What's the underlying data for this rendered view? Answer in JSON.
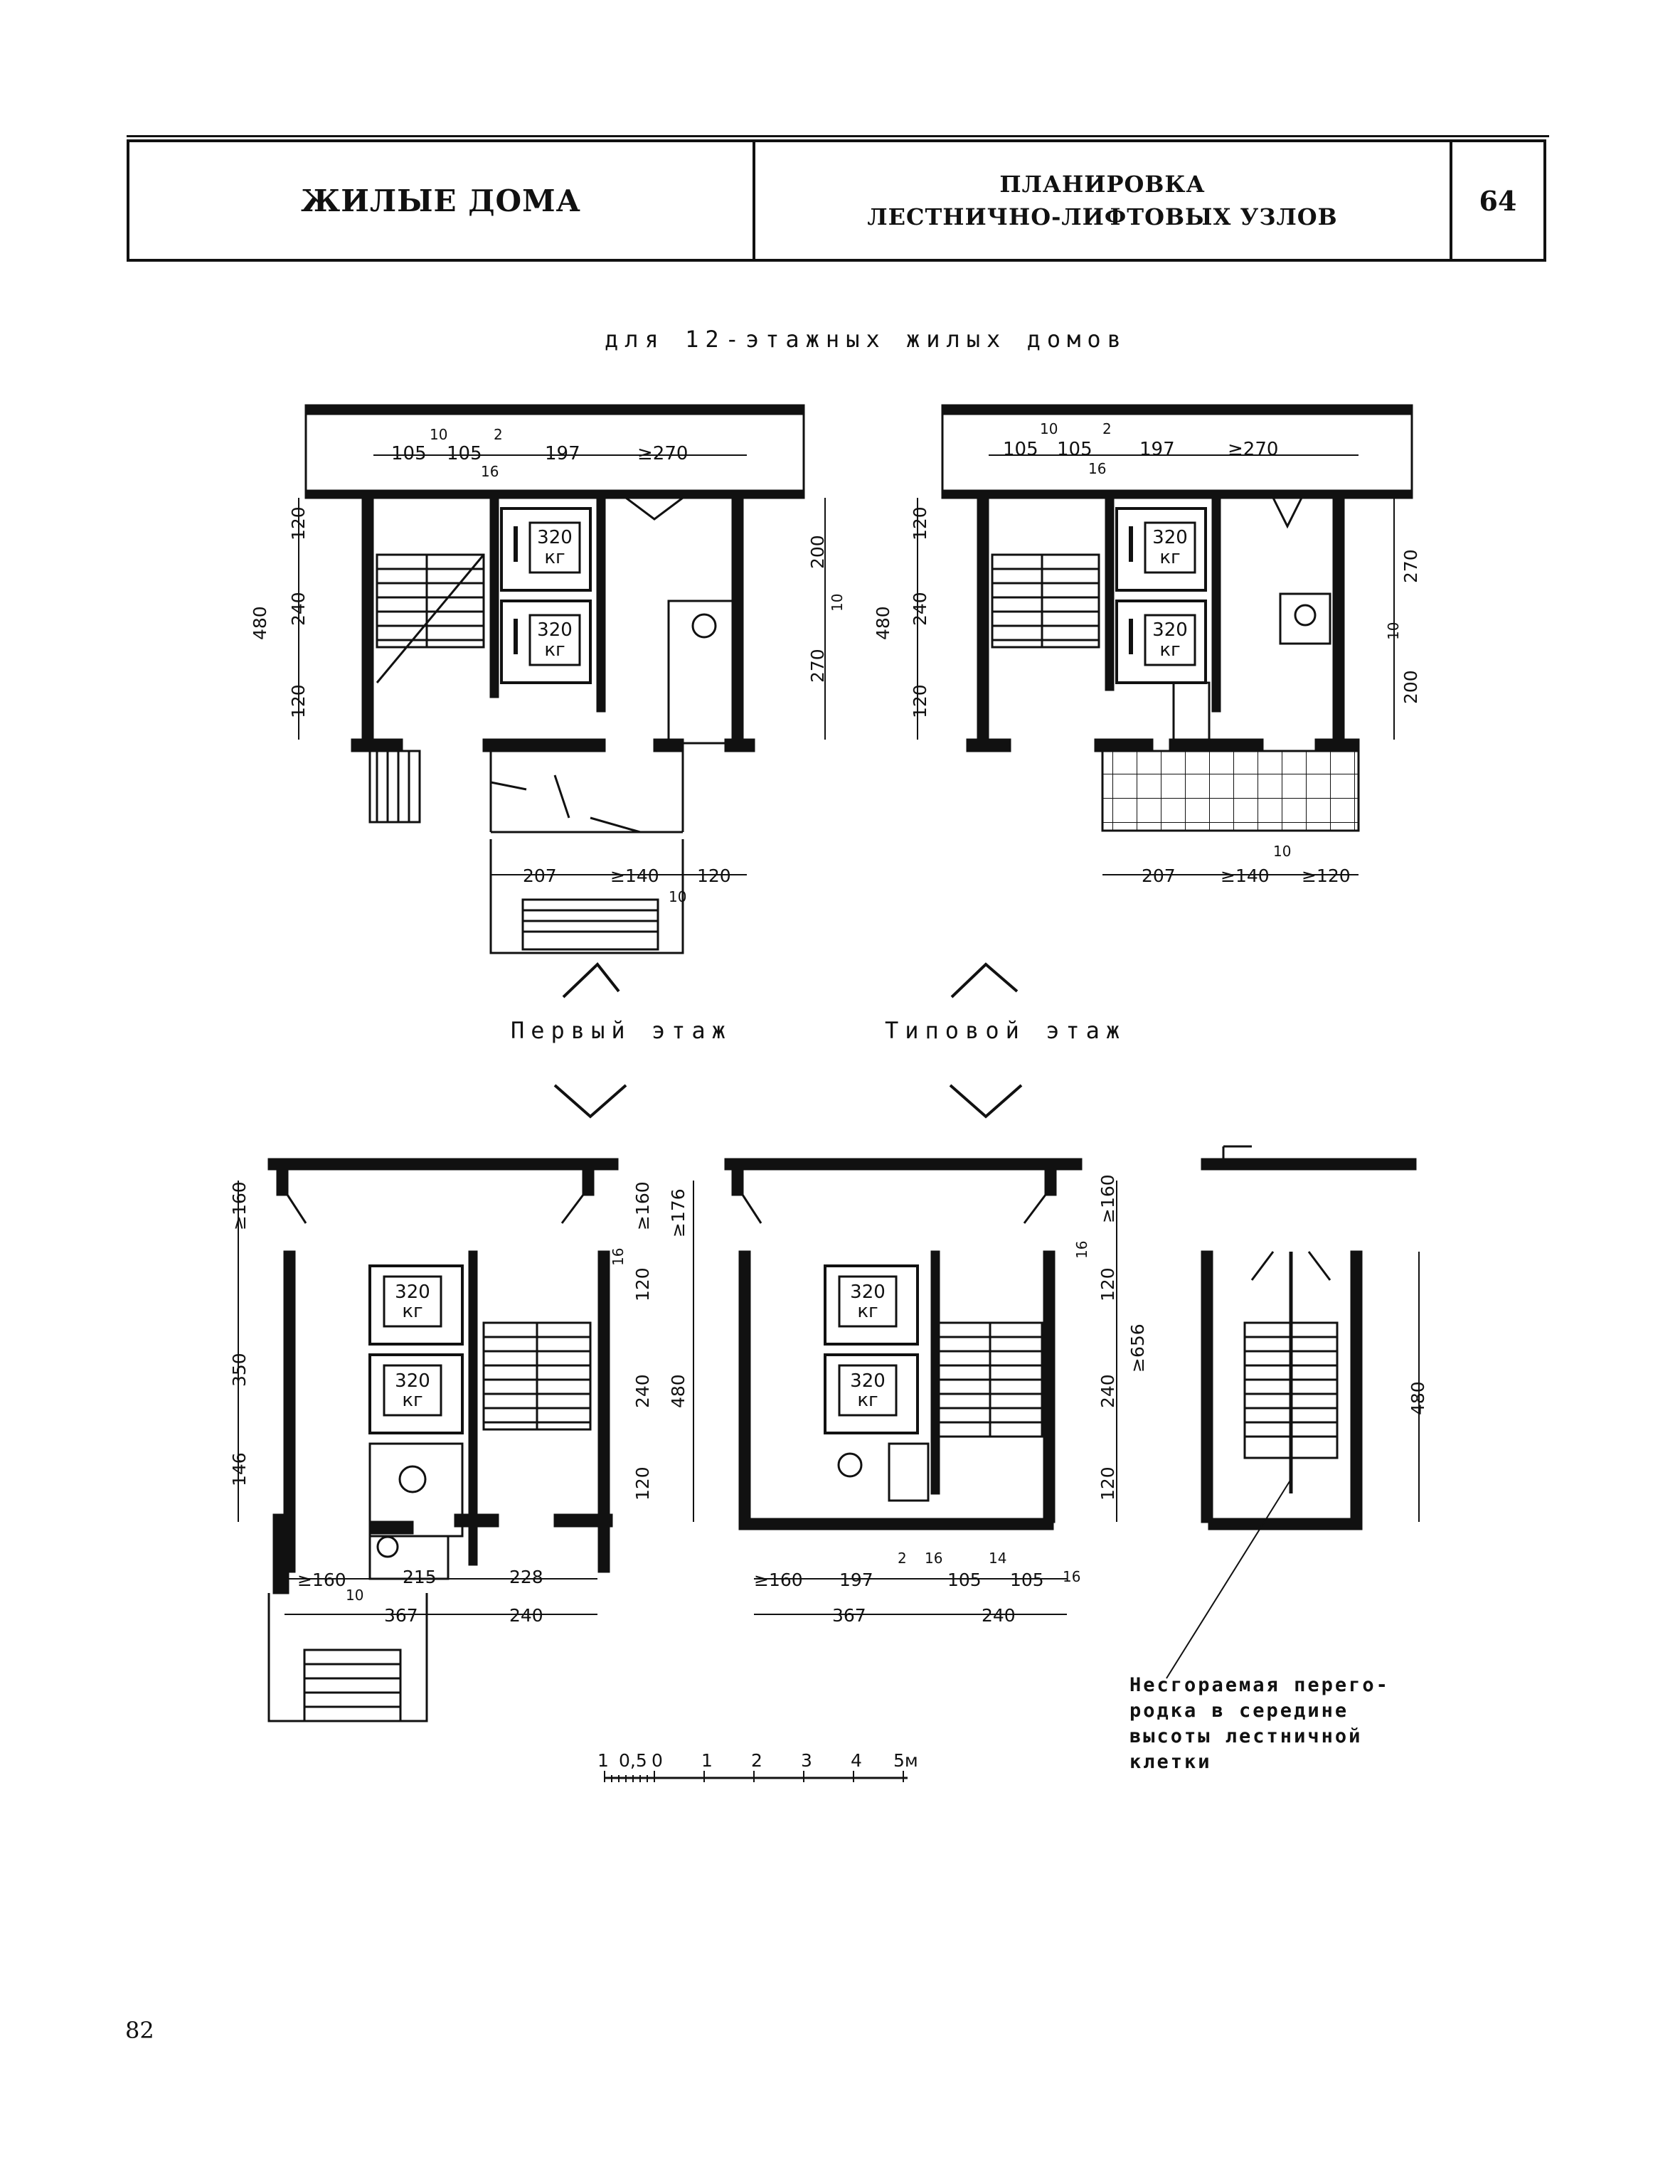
{
  "header": {
    "section": "ЖИЛЫЕ ДОМА",
    "title_line1": "ПЛАНИРОВКА",
    "title_line2": "ЛЕСТНИЧНО-ЛИФТОВЫХ УЗЛОВ",
    "sheet_number": "64"
  },
  "subtitle": "для 12-этажных жилых домов",
  "labels": {
    "first_floor": "Первый этаж",
    "typical_floor": "Типовой этаж"
  },
  "lift": {
    "capacity": "320",
    "unit": "кг"
  },
  "note": {
    "line1": "Несгораемая перего-",
    "line2": "родка в середине",
    "line3": "высоты лестничной",
    "line4": "клетки"
  },
  "scale": {
    "ticks": [
      "1",
      "0,5",
      "0",
      "1",
      "2",
      "3",
      "4",
      "5м"
    ]
  },
  "dimensions": {
    "top_row": [
      "105",
      "10",
      "105",
      "2",
      "16",
      "197",
      "≥270"
    ],
    "first_floor_left": [
      "120",
      "240",
      "120",
      "480"
    ],
    "first_floor_right": [
      "200",
      "10",
      "270"
    ],
    "first_floor_bottom": [
      "207",
      "≥140",
      "120",
      "10"
    ],
    "typical_left": [
      "120",
      "240",
      "120",
      "480"
    ],
    "typical_right": [
      "270",
      "10",
      "200"
    ],
    "typical_bottom": [
      "207",
      "≥140",
      "10",
      "≥120"
    ],
    "bl_left": [
      "≥160",
      "350",
      "146"
    ],
    "bl_right": [
      "≥160",
      "≥176",
      "16",
      "120",
      "240",
      "480",
      "120"
    ],
    "bl_bottom": [
      "≥160",
      "10",
      "215",
      "228",
      "367",
      "240"
    ],
    "bm_right": [
      "16",
      "≥160",
      "120",
      "240",
      "≥656",
      "120"
    ],
    "bm_bottom": [
      "≥160",
      "197",
      "2",
      "16",
      "14",
      "105",
      "105",
      "16",
      "367",
      "240"
    ],
    "br_right": [
      "480"
    ]
  },
  "page_number": "82"
}
